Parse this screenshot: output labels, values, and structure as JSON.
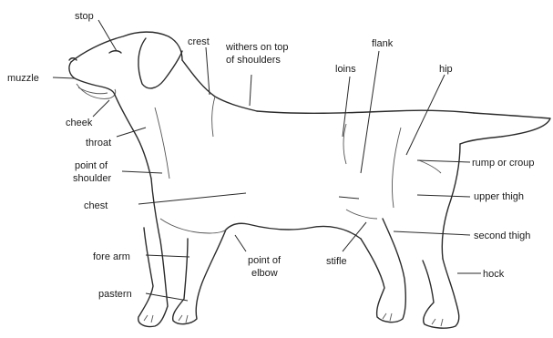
{
  "diagram": {
    "labels": {
      "stop": "stop",
      "muzzle": "muzzle",
      "cheek": "cheek",
      "throat": "throat",
      "crest": "crest",
      "withers_line1": "withers on top",
      "withers_line2": "of shoulders",
      "flank": "flank",
      "loins": "loins",
      "hip": "hip",
      "rump": "rump or croup",
      "point_shoulder_line1": "point of",
      "point_shoulder_line2": "shoulder",
      "chest": "chest",
      "upper_thigh": "upper thigh",
      "second_thigh": "second thigh",
      "fore_arm": "fore arm",
      "point_elbow_line1": "point of",
      "point_elbow_line2": "elbow",
      "stifle": "stifle",
      "hock": "hock",
      "pastern": "pastern"
    }
  }
}
